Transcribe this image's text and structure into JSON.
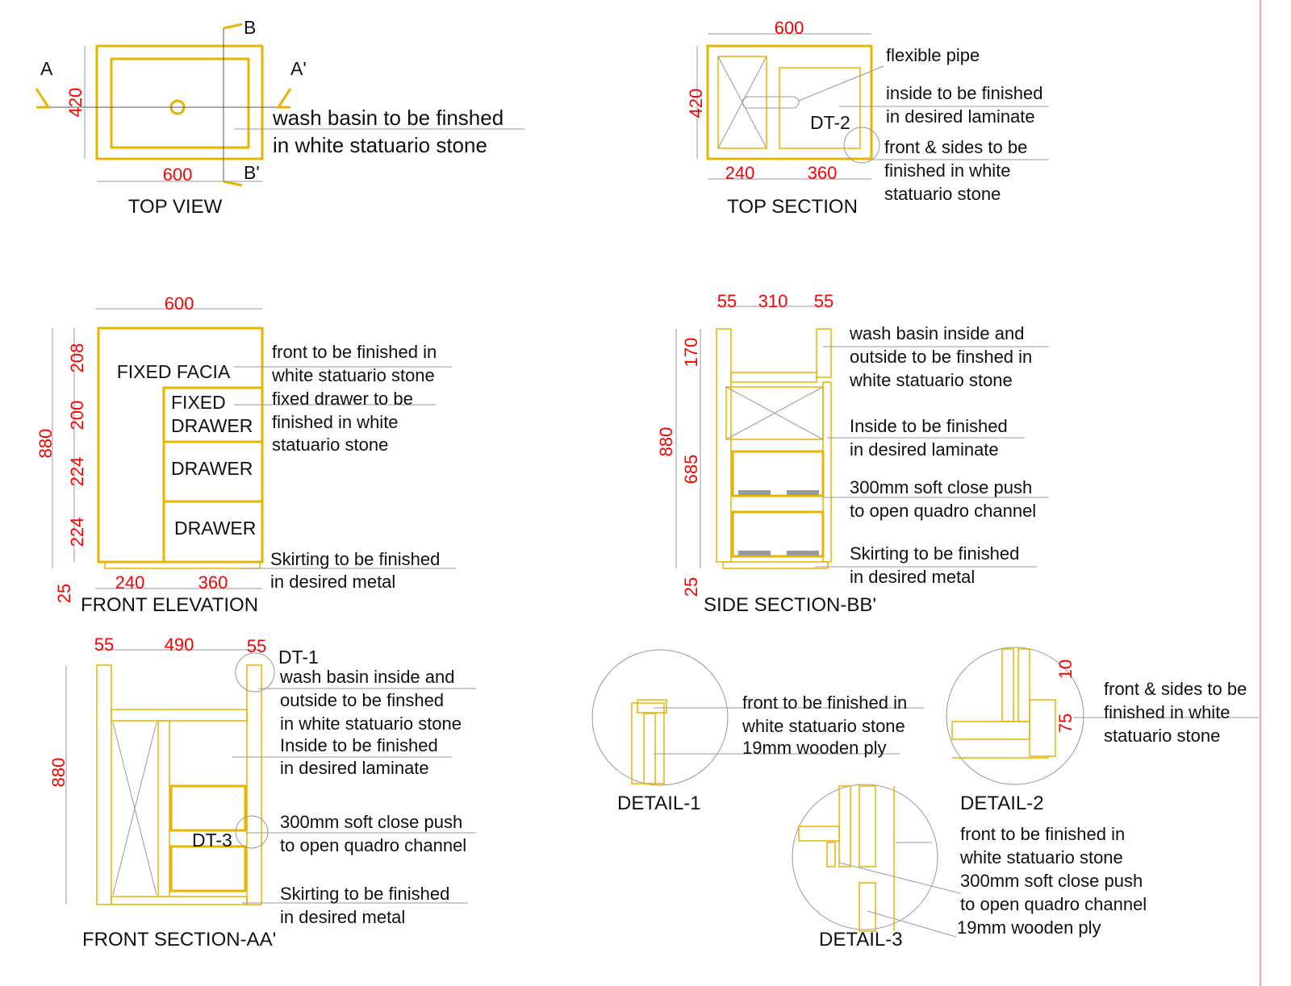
{
  "colors": {
    "structure": "#e8b400",
    "dimension": "#ff0000",
    "text": "#111111"
  },
  "top_view": {
    "title": "TOP VIEW",
    "dim_depth": "420",
    "dim_width": "600",
    "marker_a": "A",
    "marker_a2": "A'",
    "marker_b": "B",
    "marker_b2": "B'",
    "note": [
      "wash basin to be finshed",
      "in white statuario stone"
    ]
  },
  "top_section": {
    "title": "TOP SECTION",
    "dim_width": "600",
    "dim_depth": "420",
    "dim_left": "240",
    "dim_right": "360",
    "tag": "DT-2",
    "note_pipe": "flexible pipe",
    "note_inside": [
      "inside to be finished",
      "in desired laminate"
    ],
    "note_front": [
      "front & sides to be",
      "finished in white",
      "statuario stone"
    ]
  },
  "front_elevation": {
    "title": "FRONT ELEVATION",
    "dim_width": "600",
    "dim_heights": [
      "208",
      "200",
      "224",
      "224"
    ],
    "dim_total": "880",
    "dim_skirting": "25",
    "dim_left": "240",
    "dim_right": "360",
    "labels": {
      "facia": "FIXED FACIA",
      "fixed": "FIXED",
      "fixed_drawer": "DRAWER",
      "drawer1": "DRAWER",
      "drawer2": "DRAWER"
    },
    "note_front": [
      "front to be finished in",
      "white statuario stone"
    ],
    "note_drawer": [
      "fixed drawer to be",
      "finished in white",
      "statuario stone"
    ],
    "note_skirting": [
      "Skirting to be finished",
      "in desired metal"
    ]
  },
  "side_section": {
    "title": "SIDE SECTION-BB'",
    "dim_top": [
      "55",
      "310",
      "55"
    ],
    "dim_basin": "170",
    "dim_total": "880",
    "dim_lower": "685",
    "dim_skirting": "25",
    "note_basin": [
      "wash basin inside and",
      "outside to be finshed in",
      "white statuario stone"
    ],
    "note_inside": [
      "Inside to be finished",
      "in desired laminate"
    ],
    "note_channel": [
      "300mm soft close push",
      "to open quadro channel"
    ],
    "note_skirting": [
      "Skirting to be finished",
      "in desired metal"
    ]
  },
  "front_section": {
    "title": "FRONT SECTION-AA'",
    "dim_top": [
      "55",
      "490",
      "55"
    ],
    "dim_total": "880",
    "tag_dt1": "DT-1",
    "tag_dt3": "DT-3",
    "note_basin": [
      "wash basin inside and",
      "outside to be finshed",
      "in white statuario stone"
    ],
    "note_inside": [
      "Inside to be finished",
      "in desired laminate"
    ],
    "note_channel": [
      "300mm soft close push",
      "to open quadro channel"
    ],
    "note_skirting": [
      "Skirting to be finished",
      "in desired metal"
    ]
  },
  "detail_1": {
    "title": "DETAIL-1",
    "note": [
      "front to be finished in",
      "white statuario stone",
      "19mm wooden ply"
    ]
  },
  "detail_2": {
    "title": "DETAIL-2",
    "dim_a": "10",
    "dim_b": "75",
    "note": [
      "front & sides to be",
      "finished in white",
      "statuario stone"
    ]
  },
  "detail_3": {
    "title": "DETAIL-3",
    "note": [
      "front to be finished in",
      "white statuario stone",
      "300mm soft close push",
      "to open quadro channel",
      "19mm wooden ply"
    ]
  }
}
